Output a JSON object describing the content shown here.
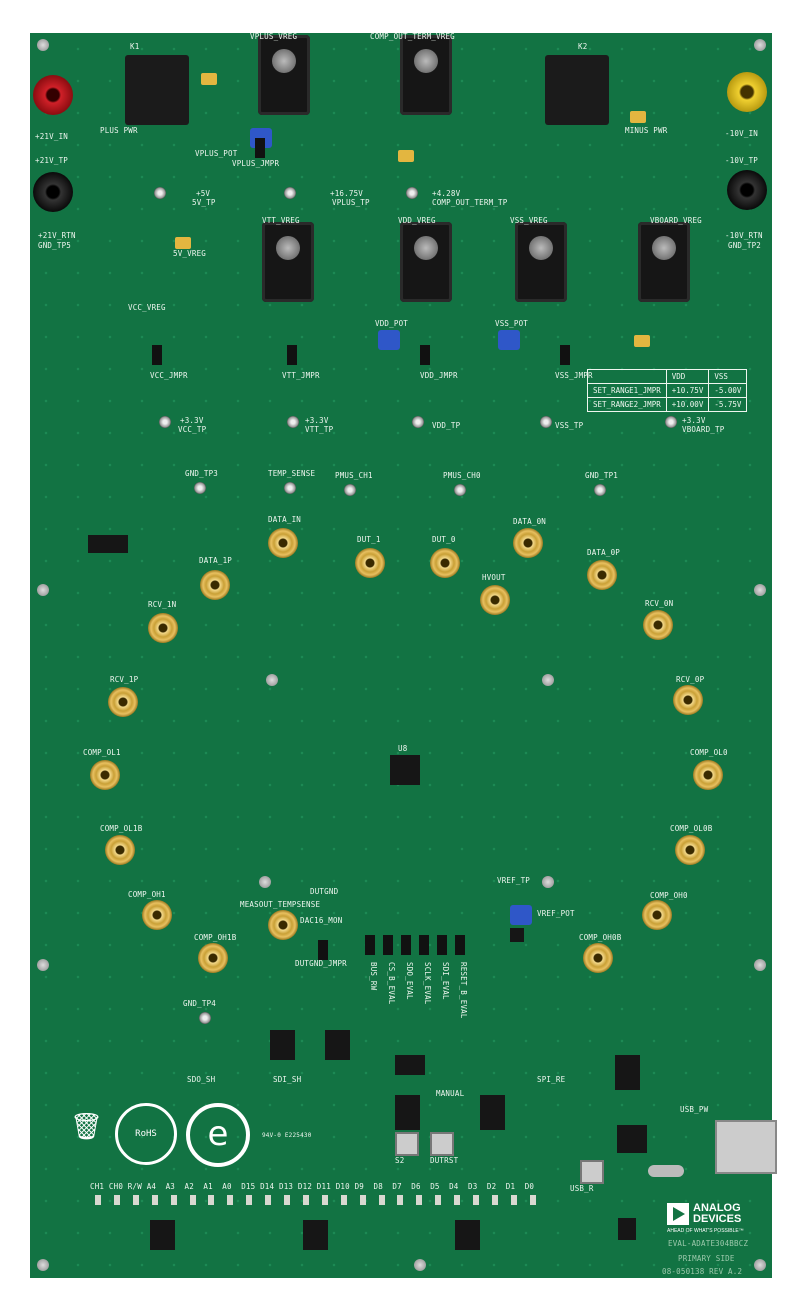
{
  "board": {
    "power_labels": {
      "p21v_in": "+21V_IN",
      "p21v_tp": "+21V_TP",
      "p21v_rtn": "+21V_RTN",
      "gnd_tp5": "GND_TP5",
      "m10v_in": "-10V_IN",
      "m10v_tp": "-10V_TP",
      "m10v_rtn": "-10V_RTN",
      "gnd_tp2": "GND_TP2",
      "plus_pwr": "PLUS PWR",
      "minus_pwr": "MINUS PWR",
      "p5v": "+5V",
      "p5v_tp": "5V_TP",
      "p16v": "+16.75V",
      "vplus_tp": "VPLUS_TP",
      "p428v": "+4.28V",
      "comp_tp": "COMP_OUT_TERM_TP",
      "vcc_tp_v": "+3.3V",
      "vcc_tp": "VCC_TP",
      "vtt_tp_v": "+3.3V",
      "vtt_tp": "VTT_TP",
      "vdd_tp": "VDD_TP",
      "vss_tp": "VSS_TP",
      "vboard_tp_v": "+3.3V",
      "vboard_tp": "VBOARD_TP"
    },
    "regulators": [
      "VPLUS_VREG",
      "COMP_OUT_TERM_VREG",
      "VTT_VREG",
      "VDD_VREG",
      "VSS_VREG",
      "VBOARD_VREG",
      "5V_VREG",
      "VCC_VREG"
    ],
    "relays": [
      "K1",
      "K2"
    ],
    "pots": [
      "VPLUS_POT",
      "VDD_POT",
      "VSS_POT",
      "VREF_POT"
    ],
    "jumpers": [
      "VPLUS_JMPR",
      "VCC_JMPR",
      "VTT_JMPR",
      "VDD_JMPR",
      "VSS_JMPR",
      "DUTGND_JMPR",
      "BUS_RW",
      "CS_B_EVAL",
      "SDO_EVAL",
      "SCLK_EVAL",
      "SDI_EVAL",
      "RESET_B_EVAL"
    ],
    "range_table": {
      "headers": [
        "",
        "VDD",
        "VSS"
      ],
      "rows": [
        [
          "SET_RANGE1_JMPR",
          "+10.75V",
          "-5.00V"
        ],
        [
          "SET_RANGE2_JMPR",
          "+10.00V",
          "-5.75V"
        ]
      ]
    },
    "test_points": [
      "GND_TP3",
      "TEMP_SENSE",
      "PMUS_CH1",
      "PMUS_CH0",
      "GND_TP1",
      "VREF_TP",
      "DUTGND",
      "DAC16_MON",
      "GND_TP4",
      "SDO_SH",
      "SDI_SH",
      "SPI_RE",
      "USB_PW"
    ],
    "connectors": [
      "DATA_IN",
      "DUT_1",
      "DUT_0",
      "DATA_0N",
      "DATA_1P",
      "DATA_0P",
      "HVOUT",
      "RCV_1N",
      "RCV_0N",
      "RCV_1P",
      "RCV_0P",
      "COMP_OL1",
      "COMP_OL0",
      "COMP_OL1B",
      "COMP_OL0B",
      "COMP_OH1",
      "COMP_OH0",
      "MEASOUT_TEMPSENSE",
      "COMP_OH1B",
      "COMP_OH0B"
    ],
    "dut_chip": "U8",
    "buttons": [
      "S2",
      "DUTRST",
      "USB_R"
    ],
    "channel_labels": [
      "CH1",
      "CH0",
      "R/W",
      "A4",
      "A3",
      "A2",
      "A1",
      "A0",
      "D15",
      "D14",
      "D13",
      "D12",
      "D11",
      "D10",
      "D9",
      "D8",
      "D7",
      "D6",
      "D5",
      "D4",
      "D3",
      "D2",
      "D1",
      "D0"
    ],
    "logo": {
      "line1": "ANALOG",
      "line2": "DEVICES",
      "tagline": "AHEAD OF WHAT'S POSSIBLE™"
    },
    "silkscreen": {
      "part": "EVAL-ADATE304BBCZ",
      "side": "PRIMARY SIDE",
      "rev": "08-050138 REV A.2"
    },
    "markings": {
      "rohs": "RoHS",
      "ul": "94V-0 E225430",
      "manual": "MANUAL"
    },
    "colors": {
      "board": "#127343",
      "gold": "#d4aa40",
      "red_jack": "#b0141a",
      "yellow_jack": "#e6c41c",
      "pot": "#2f57c8"
    }
  }
}
